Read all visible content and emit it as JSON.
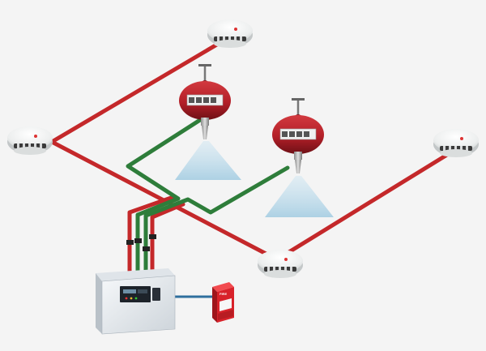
{
  "colors": {
    "background": "#f4f4f4",
    "detection_wire": "#c4282a",
    "release_wire": "#2e7d3a",
    "signal_wire": "#2f6f9e",
    "extinguisher_body": "#b31f28",
    "strobe_body": "#d8222a",
    "panel_body": "#e9edf1"
  },
  "smoke_detectors": [
    {
      "id": "top"
    },
    {
      "id": "left"
    },
    {
      "id": "right"
    },
    {
      "id": "bottom"
    }
  ],
  "extinguishers": [
    {
      "id": "left"
    },
    {
      "id": "right"
    }
  ],
  "alarm_strobe": {
    "label": "FIRE"
  },
  "control_panel": {
    "id": "fire-control-panel"
  }
}
